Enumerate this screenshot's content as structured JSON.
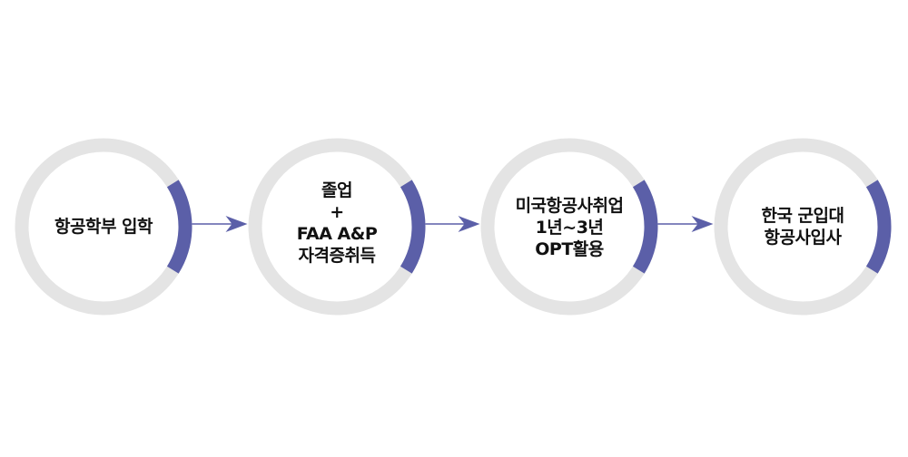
{
  "diagram": {
    "type": "process-flow",
    "colors": {
      "ring": "#e4e4e4",
      "accent": "#5b5fa8",
      "text": "#111111",
      "background": "#ffffff"
    },
    "steps": [
      {
        "id": "step-1",
        "lines": [
          "항공학부 입학"
        ]
      },
      {
        "id": "step-2",
        "lines": [
          "졸업",
          "+",
          "FAA A&P",
          "자격증취득"
        ]
      },
      {
        "id": "step-3",
        "lines": [
          "미국항공사취업",
          "1년~3년",
          "OPT활용"
        ]
      },
      {
        "id": "step-4",
        "lines": [
          "한국 군입대",
          "항공사입사"
        ]
      }
    ],
    "connectors": [
      {
        "from": "step-1",
        "to": "step-2",
        "icon": "arrow-right-icon"
      },
      {
        "from": "step-2",
        "to": "step-3",
        "icon": "arrow-right-icon"
      },
      {
        "from": "step-3",
        "to": "step-4",
        "icon": "arrow-right-icon"
      }
    ]
  }
}
